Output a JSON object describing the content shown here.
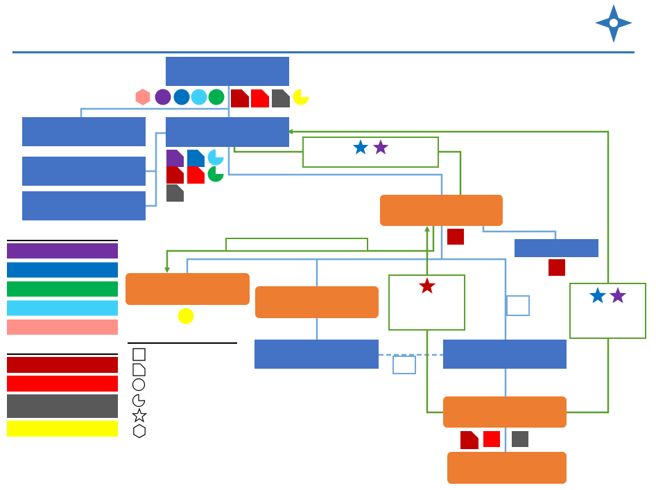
{
  "colors": {
    "blue_box": "#4472C4",
    "orange_box": "#ED7D31",
    "green_line": "#5AA02C",
    "blue_line": "#6FA8DC",
    "rule": "#2E75B6",
    "purple": "#7030A0",
    "dark_blue": "#0070C0",
    "green": "#00B050",
    "light_blue": "#3FD0F9",
    "salmon": "#FF9189",
    "dark_red": "#C00000",
    "red": "#FF0000",
    "dark_gray": "#595959",
    "yellow": "#FFFF00",
    "white": "#ffffff",
    "black": "#000000"
  },
  "logo": {
    "icon": "compass-star-logo-icon"
  },
  "legend": {
    "group_one": [
      "purple",
      "dark_blue",
      "green",
      "light_blue",
      "salmon"
    ],
    "group_two": [
      "dark_red",
      "red",
      "dark_gray",
      "yellow"
    ],
    "shape_key": [
      "square-icon",
      "folded-square-icon",
      "circle-icon",
      "pie-icon",
      "star-icon",
      "hexagon-icon"
    ]
  }
}
